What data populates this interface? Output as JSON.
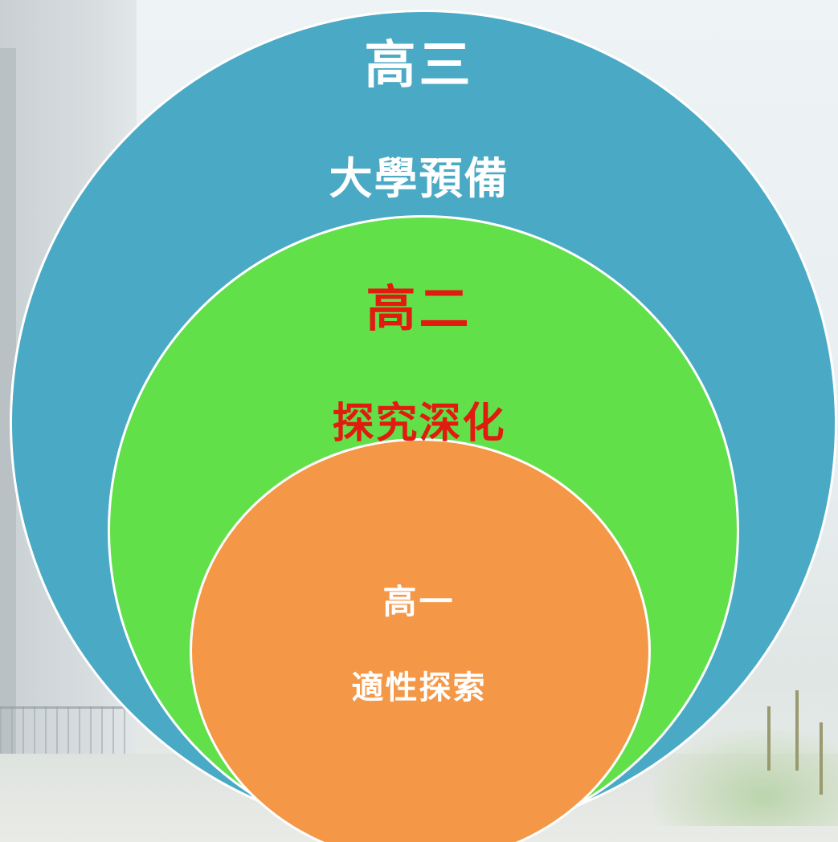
{
  "diagram": {
    "outer": {
      "grade": "高三",
      "stage": "大學預備",
      "fill": "#4aa9c4",
      "text_color": "#ffffff"
    },
    "middle": {
      "grade": "高二",
      "stage": "探究深化",
      "fill": "#62e04a",
      "text_color": "#e21b10"
    },
    "inner": {
      "grade": "高一",
      "stage": "適性探索",
      "fill": "#f49747",
      "text_color": "#ffffff"
    }
  }
}
